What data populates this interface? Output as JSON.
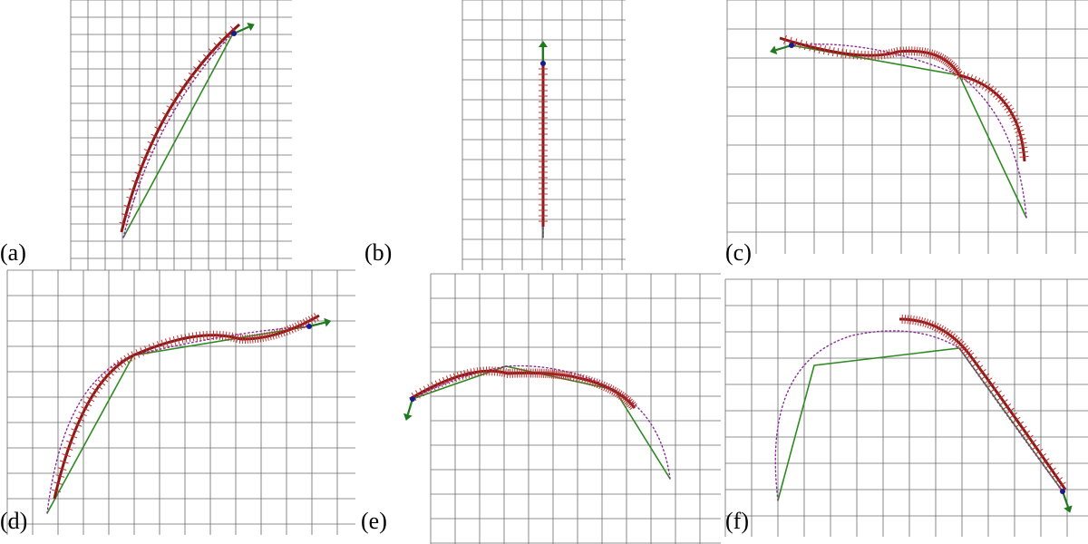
{
  "figure": {
    "panels": [
      {
        "id": "a",
        "label": "(a)",
        "colors": {
          "grid": "#3a3a3a",
          "skeleton": "#2e8b22",
          "estimate": "#8a1a1a",
          "estimate_mark": "#c03030",
          "truth": "#8b2a9a",
          "tip": "#1a1a8c",
          "arrow": "#1f7a1f"
        }
      },
      {
        "id": "b",
        "label": "(b)",
        "colors": {
          "grid": "#3a3a3a",
          "skeleton": "#2e8b22",
          "estimate": "#8a1a1a",
          "estimate_mark": "#c03030",
          "truth": "#8b2a9a",
          "tip": "#1a1a8c",
          "arrow": "#1f7a1f"
        }
      },
      {
        "id": "c",
        "label": "(c)",
        "colors": {
          "grid": "#3a3a3a",
          "skeleton": "#2e8b22",
          "estimate": "#8a1a1a",
          "estimate_mark": "#c03030",
          "truth": "#8b2a9a",
          "tip": "#1a1a8c",
          "arrow": "#1f7a1f"
        }
      },
      {
        "id": "d",
        "label": "(d)",
        "colors": {
          "grid": "#3a3a3a",
          "skeleton": "#2e8b22",
          "estimate": "#8a1a1a",
          "estimate_mark": "#c03030",
          "truth": "#8b2a9a",
          "tip": "#1a1a8c",
          "arrow": "#1f7a1f"
        }
      },
      {
        "id": "e",
        "label": "(e)",
        "colors": {
          "grid": "#3a3a3a",
          "skeleton": "#2e8b22",
          "estimate": "#8a1a1a",
          "estimate_mark": "#c03030",
          "truth": "#8b2a9a",
          "tip": "#1a1a8c",
          "arrow": "#1f7a1f"
        }
      },
      {
        "id": "f",
        "label": "(f)",
        "colors": {
          "grid": "#3a3a3a",
          "skeleton": "#2e8b22",
          "estimate": "#8a1a1a",
          "estimate_mark": "#c03030",
          "truth": "#8b2a9a",
          "tip": "#1a1a8c",
          "arrow": "#1f7a1f"
        }
      }
    ]
  }
}
